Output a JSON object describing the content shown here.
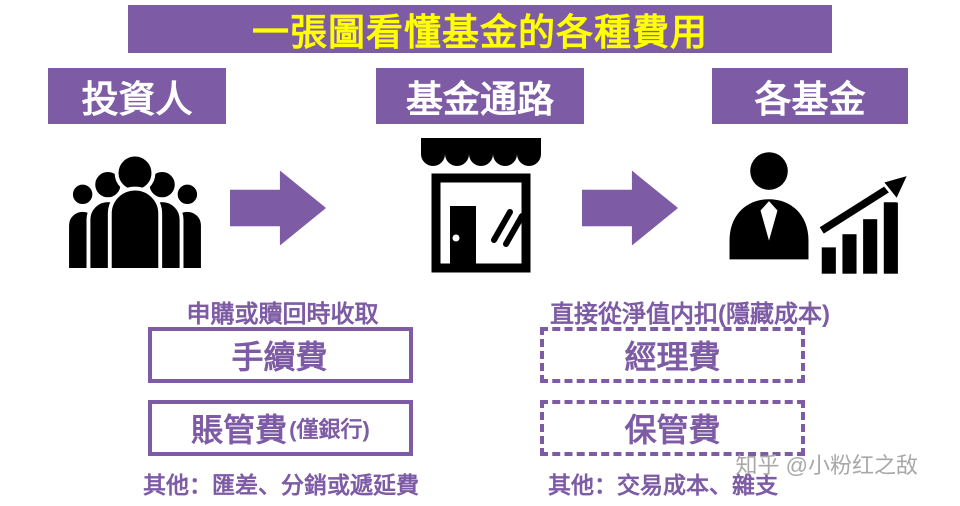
{
  "title": "一張圖看懂基金的各種費用",
  "colors": {
    "purple": "#7D5BA5",
    "title_text": "#FFFF00",
    "icon_black": "#000000",
    "watermark_gray": "#A8A8A8"
  },
  "columns": [
    {
      "header": "投資人",
      "icon": "people-group-icon"
    },
    {
      "header": "基金通路",
      "icon": "storefront-icon"
    },
    {
      "header": "各基金",
      "icon": "businessperson-icon, growth-chart-icon"
    }
  ],
  "flow_arrows": [
    "arrow-right-icon",
    "arrow-right-icon"
  ],
  "left_section": {
    "caption": "申購或贖回時收取",
    "box_style": "solid",
    "boxes": [
      {
        "label": "手續費",
        "suffix": ""
      },
      {
        "label": "賬管費",
        "suffix": "(僅銀行)"
      }
    ],
    "footnote": "其他：匯差、分銷或遞延費"
  },
  "right_section": {
    "caption": "直接從淨值内扣(隱藏成本)",
    "box_style": "dashed",
    "boxes": [
      {
        "label": "經理費",
        "suffix": ""
      },
      {
        "label": "保管費",
        "suffix": ""
      }
    ],
    "footnote": "其他：交易成本、雜支"
  },
  "watermark": "知乎 @小粉红之敌"
}
